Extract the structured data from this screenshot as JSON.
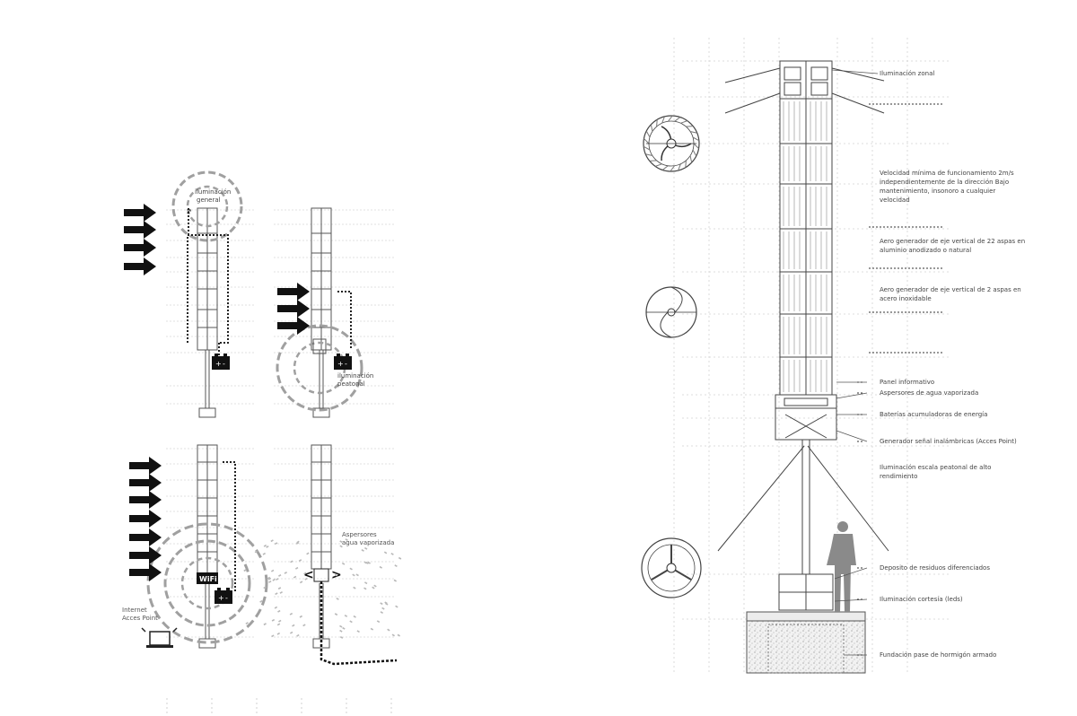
{
  "left_panel": {
    "label_iluminacion_general": [
      "iluminación",
      "general"
    ],
    "label_iluminacion_peatonal": [
      "iluminación",
      "peatonal"
    ],
    "label_internet": [
      "Internet",
      "Acces Point"
    ],
    "label_aspersores": [
      "Aspersores",
      "agua vaporizada"
    ],
    "wifi_text": "WiFi"
  },
  "right_panel": {
    "annotations": {
      "iluminacion_zonal": [
        "Iluminación zonal"
      ],
      "velocidad": [
        "Velocidad mínima de funcionamiento 2m/s",
        "independientemente de la dirección Bajo",
        "mantenimiento, insonoro a cualquier",
        "velocidad"
      ],
      "aero_22": [
        "Aero generador de eje vertical de 22 aspas en",
        "aluminio anodizado o natural"
      ],
      "aero_2": [
        "Aero generador de eje vertical de 2 aspas en",
        "acero inoxidable"
      ],
      "panel": [
        "Panel informativo"
      ],
      "aspersores": [
        "Aspersores de agua vaporizada"
      ],
      "baterias": [
        "Baterías acumuladoras de energía"
      ],
      "generador": [
        "Generador señal inalámbricas (Acces Point)"
      ],
      "iluminacion_peatonal": [
        "Iluminación escala peatonal de alto",
        "rendimiento"
      ],
      "deposito": [
        "Deposito de residuos diferenciados"
      ],
      "cortesia": [
        "Iluminación cortesía (leds)"
      ],
      "fundacion": [
        "Fundación pase de hormigón armado"
      ]
    }
  },
  "colors": {
    "line": "#3a3a3a",
    "grey_dash": "#9a9a9a",
    "grid": "#c8c8c8",
    "black": "#111111",
    "silhouette": "#8a8a8a"
  }
}
